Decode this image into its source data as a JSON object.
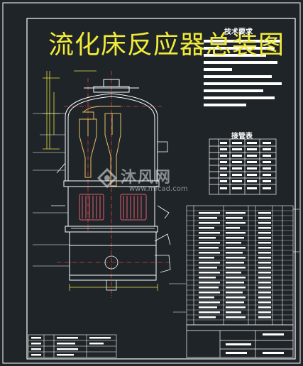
{
  "drawing": {
    "title": "流化床反应器总装图",
    "tech_requirements_label": "技术要求",
    "nozzle_table_label": "接管表"
  },
  "watermark": {
    "brand": "沐风网",
    "url": "www.mfcad.com"
  },
  "colors": {
    "background": "#1e2428",
    "lines": "#ffffff",
    "title": "#f2ea3a",
    "centerline": "#e0413a",
    "cyclone": "#e8c060",
    "coils": "#e56070",
    "dims": "#e8e040"
  }
}
